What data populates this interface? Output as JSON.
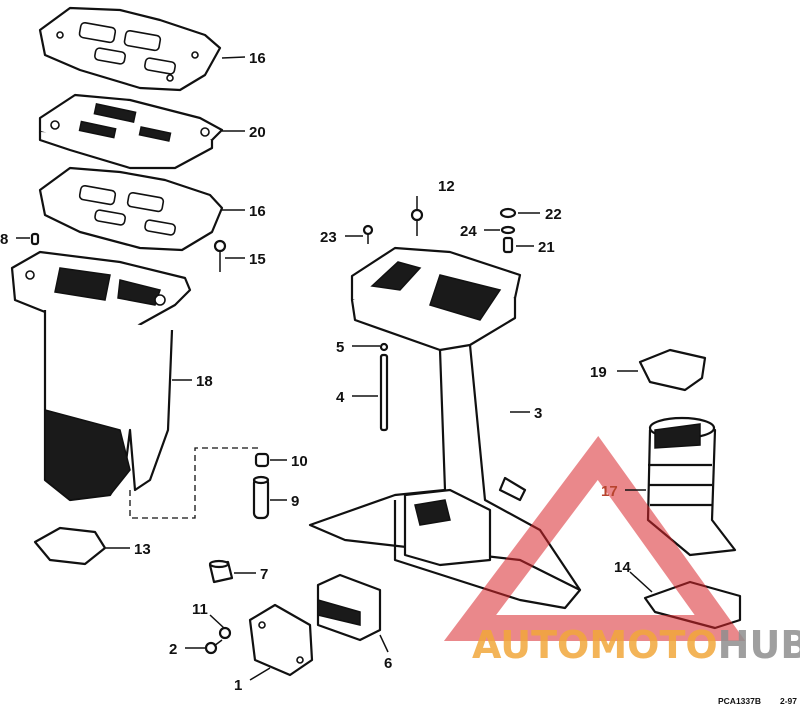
{
  "callouts": [
    {
      "id": "16a",
      "label": "16"
    },
    {
      "id": "20",
      "label": "20"
    },
    {
      "id": "16b",
      "label": "16"
    },
    {
      "id": "8",
      "label": "8"
    },
    {
      "id": "15",
      "label": "15"
    },
    {
      "id": "18",
      "label": "18"
    },
    {
      "id": "12",
      "label": "12"
    },
    {
      "id": "23",
      "label": "23"
    },
    {
      "id": "22",
      "label": "22"
    },
    {
      "id": "24",
      "label": "24"
    },
    {
      "id": "21",
      "label": "21"
    },
    {
      "id": "5",
      "label": "5"
    },
    {
      "id": "4",
      "label": "4"
    },
    {
      "id": "3",
      "label": "3"
    },
    {
      "id": "19",
      "label": "19"
    },
    {
      "id": "10",
      "label": "10"
    },
    {
      "id": "9",
      "label": "9"
    },
    {
      "id": "17",
      "label": "17"
    },
    {
      "id": "13",
      "label": "13"
    },
    {
      "id": "7",
      "label": "7"
    },
    {
      "id": "14",
      "label": "14"
    },
    {
      "id": "11",
      "label": "11"
    },
    {
      "id": "2",
      "label": "2"
    },
    {
      "id": "6",
      "label": "6"
    },
    {
      "id": "1",
      "label": "1"
    }
  ],
  "watermark": {
    "text_part1": "AUTOMOTO",
    "text_part2": "HUB",
    "color_orange": "#f2a73b",
    "color_gray": "#8f8f8f",
    "color_red": "#d9262c"
  },
  "footer": {
    "part_number": "PCA1337B",
    "revision": "2-97"
  }
}
